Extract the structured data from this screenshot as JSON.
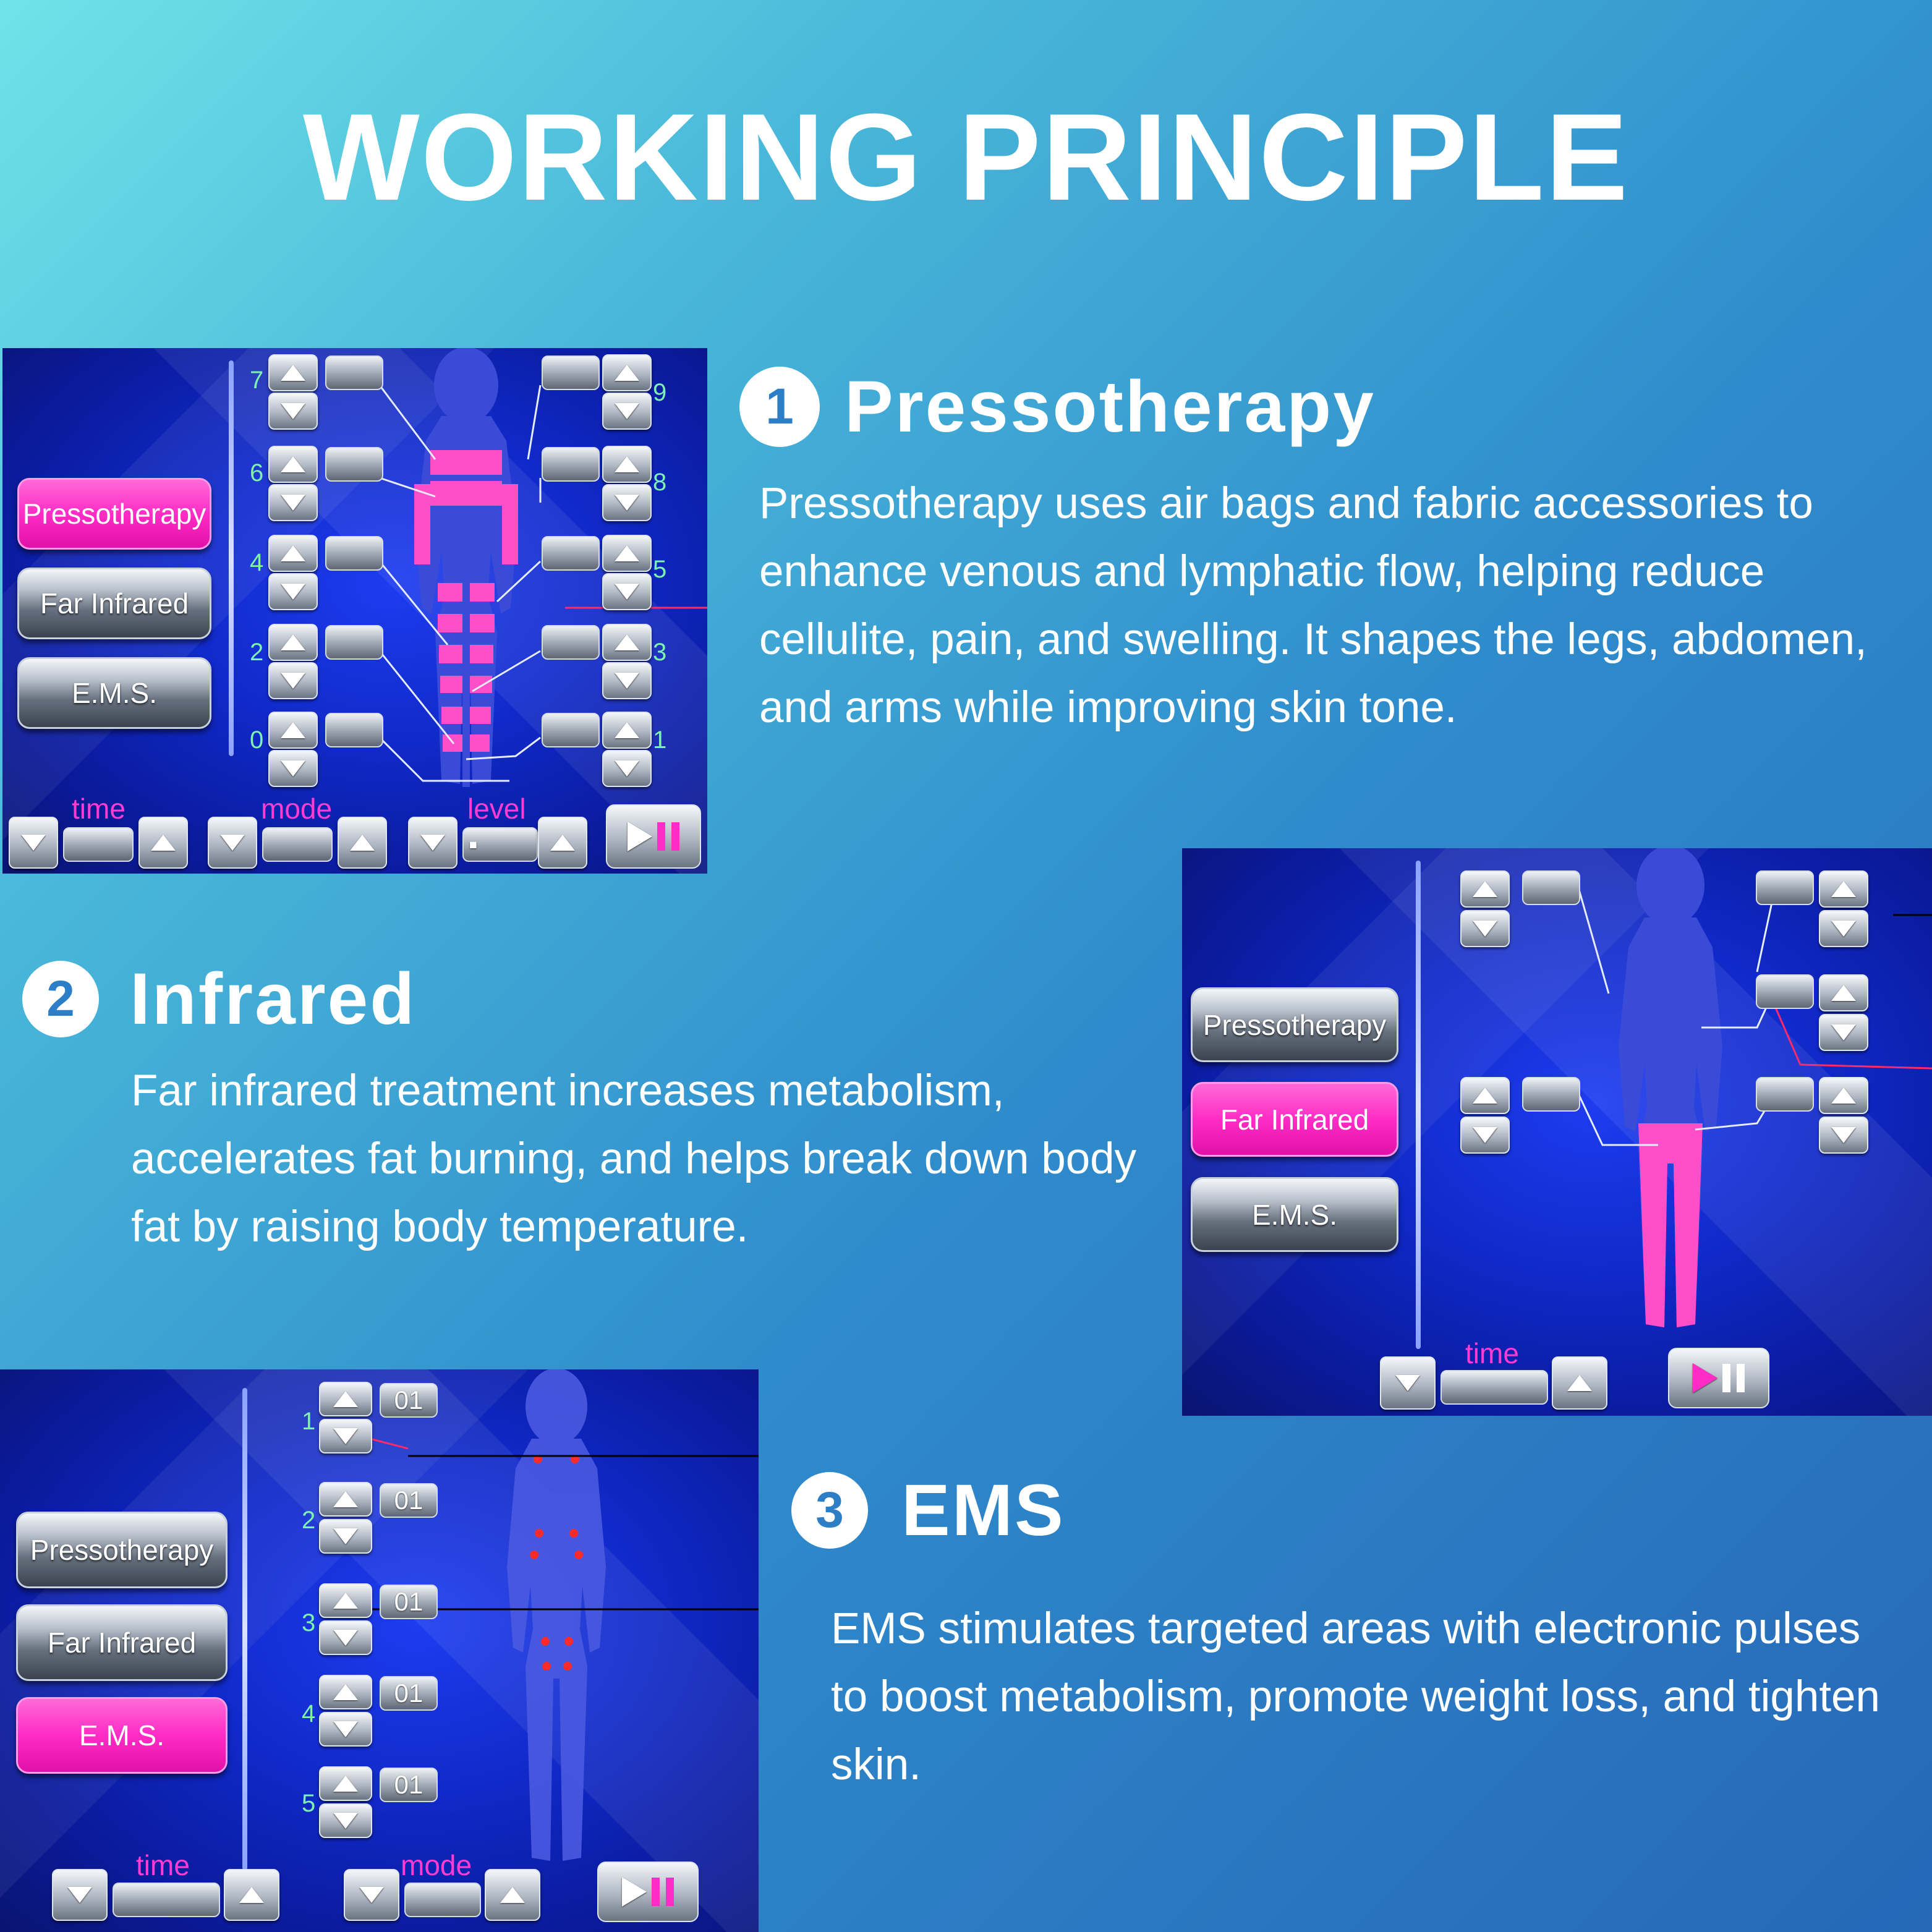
{
  "title": "WORKING PRINCIPLE",
  "sections": [
    {
      "number": "1",
      "title": "Pressotherapy",
      "description": "Pressotherapy uses air bags and fabric accessories to enhance venous and lymphatic flow, helping reduce cellulite, pain, and swelling. It shapes the legs, abdomen, and arms while improving skin tone."
    },
    {
      "number": "2",
      "title": "Infrared",
      "description": "Far infrared treatment increases metabolism, accelerates fat burning, and helps break down body fat by raising body temperature."
    },
    {
      "number": "3",
      "title": "EMS",
      "description": "EMS stimulates targeted areas with electronic pulses to boost metabolism, promote weight loss, and tighten skin."
    }
  ],
  "screens": {
    "menu": [
      "Pressotherapy",
      "Far Infrared",
      "E.M.S."
    ],
    "controls": {
      "time": "time",
      "mode": "mode",
      "level": "level"
    },
    "press_zones_left": [
      "7",
      "6",
      "4",
      "2",
      "0"
    ],
    "press_zones_right": [
      "9",
      "8",
      "5",
      "3",
      "1"
    ],
    "ems_zones": [
      "1",
      "2",
      "3",
      "4",
      "5"
    ],
    "ems_values": [
      "01",
      "01",
      "01",
      "01",
      "01"
    ],
    "level_value": "▪"
  },
  "colors": {
    "accent_pink": "#ff2cc5",
    "screen_blue": "#1029c8",
    "zone_green": "#7ef0b0"
  },
  "icons": [
    "arrow-up-icon",
    "arrow-down-icon",
    "play-pause-icon"
  ]
}
